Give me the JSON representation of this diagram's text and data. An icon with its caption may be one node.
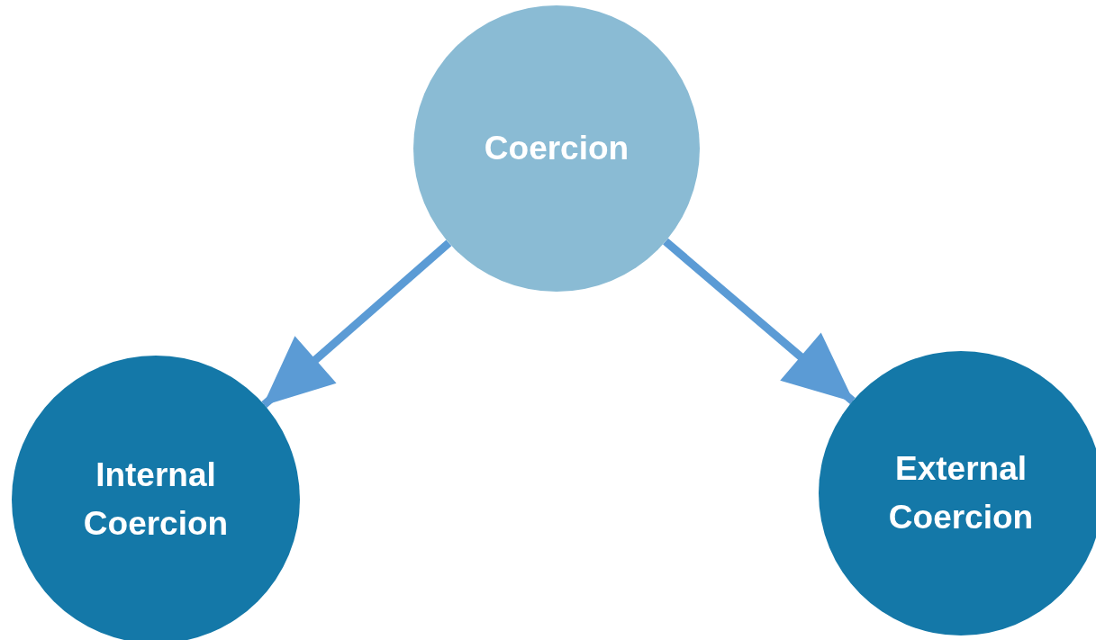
{
  "diagram": {
    "nodes": [
      {
        "text": [
          "Coercion"
        ]
      },
      {
        "text": [
          "Internal Coercion"
        ]
      },
      {
        "text": [
          "External Coercion"
        ]
      }
    ],
    "edges": [
      {
        "from": 0,
        "to": 1,
        "arrow": "to"
      },
      {
        "from": 0,
        "to": 2,
        "arrow": "to"
      }
    ]
  }
}
